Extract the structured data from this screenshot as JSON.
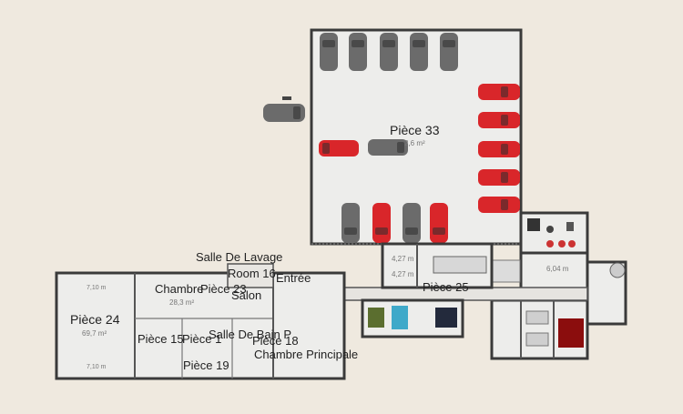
{
  "plan": {
    "rooms": [
      {
        "name": "Pièce 33",
        "area": "2,6 m²"
      },
      {
        "name": "Pièce 24",
        "area": "69,7 m²",
        "dim_top": "7,10 m",
        "dim_bottom": "7,10 m"
      },
      {
        "name": "Pièce 25"
      },
      {
        "name": "Salle De Lavage"
      },
      {
        "name": "Room 16"
      },
      {
        "name": "Entrée"
      },
      {
        "name": "Chambre"
      },
      {
        "name": "Pièce 23",
        "area": "28,3 m²"
      },
      {
        "name": "Salon"
      },
      {
        "name": "Pièce 15"
      },
      {
        "name": "Pièce 1"
      },
      {
        "name": "Salle De Bain P"
      },
      {
        "name": "Pièce 18"
      },
      {
        "name": "Pièce 19"
      },
      {
        "name": "Chambre Principale"
      }
    ],
    "small_readouts": [
      "4,27 m",
      "4,27 m",
      "6,04 m"
    ],
    "colors": {
      "background": "#efe9df",
      "wall": "#3a3a3a",
      "car_red": "#d9262a",
      "car_gray": "#6b6b6b"
    }
  }
}
